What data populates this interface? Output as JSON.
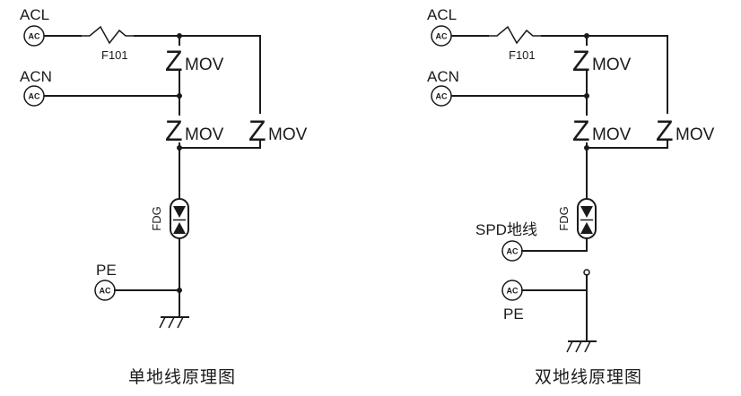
{
  "left": {
    "acl": "ACL",
    "acn": "ACN",
    "pe": "PE",
    "fuse": "F101",
    "mov1": "MOV",
    "mov2": "MOV",
    "mov3": "MOV",
    "fdg": "FDG",
    "caption": "单地线原理图"
  },
  "right": {
    "acl": "ACL",
    "acn": "ACN",
    "pe": "PE",
    "spd": "SPD地线",
    "fuse": "F101",
    "mov1": "MOV",
    "mov2": "MOV",
    "mov3": "MOV",
    "fdg": "FDG",
    "caption": "双地线原理图"
  },
  "ac_label": "AC",
  "z_glyph": "Z"
}
